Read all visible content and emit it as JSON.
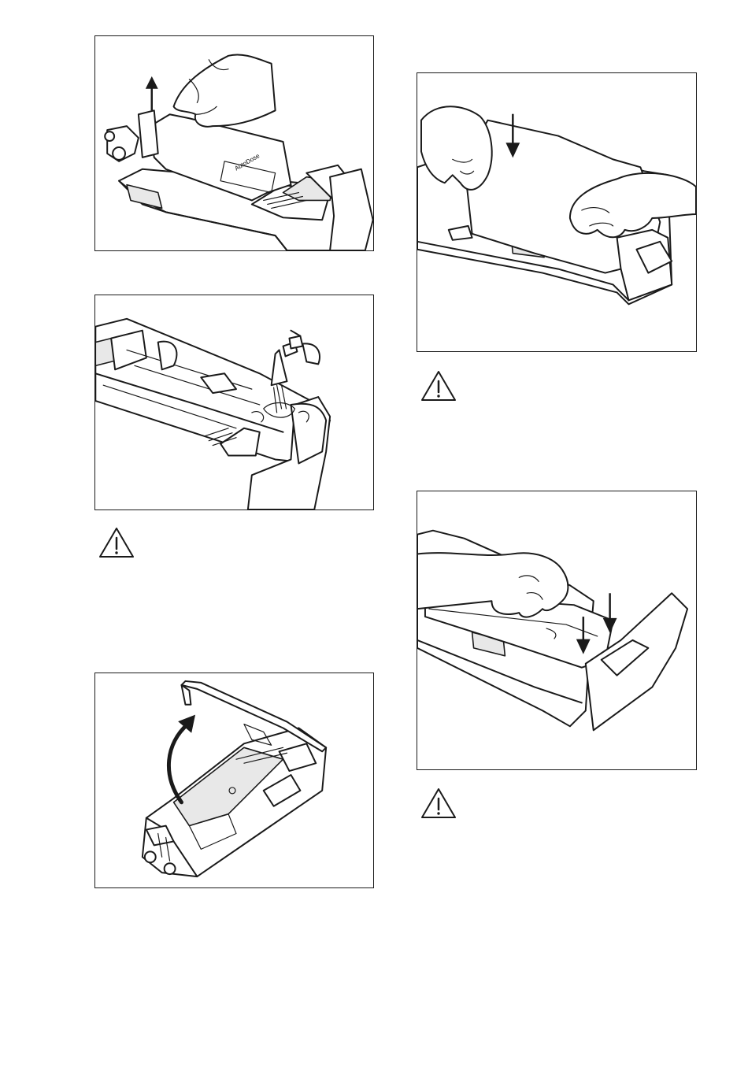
{
  "figures": [
    {
      "id": "fig1",
      "label": "AutoDose",
      "description_icons": [
        "arrow-up-icon",
        "hand-icon",
        "container-icon"
      ]
    },
    {
      "id": "fig2",
      "description_icons": [
        "tap-icon",
        "water-icon",
        "drawer-icon"
      ]
    },
    {
      "id": "fig3",
      "description_icons": [
        "curved-arrow-icon",
        "lid-icon"
      ]
    },
    {
      "id": "fig4",
      "description_icons": [
        "arrow-down-icon",
        "hand-icon"
      ]
    },
    {
      "id": "fig5",
      "description_icons": [
        "arrow-down-icon",
        "hand-icon",
        "drawer-icon"
      ]
    }
  ],
  "warnings": [
    {
      "id": "warn1",
      "icon": "warning-triangle-icon"
    },
    {
      "id": "warn2",
      "icon": "warning-triangle-icon"
    },
    {
      "id": "warn3",
      "icon": "warning-triangle-icon"
    }
  ],
  "colors": {
    "line": "#1a1a1a",
    "background": "#ffffff",
    "shade": "#e8e8e8"
  }
}
